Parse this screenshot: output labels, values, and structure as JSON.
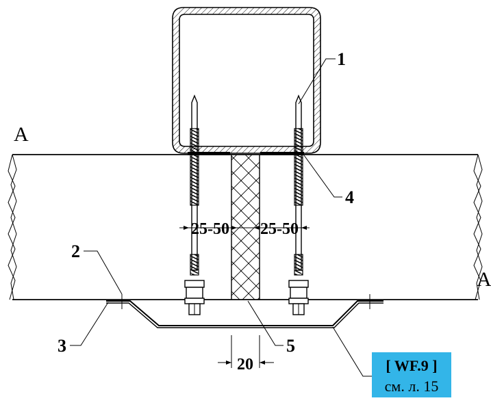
{
  "section_marks": {
    "left": "A",
    "right": "A"
  },
  "callouts": [
    {
      "id": "1",
      "text": "1"
    },
    {
      "id": "2",
      "text": "2"
    },
    {
      "id": "3",
      "text": "3"
    },
    {
      "id": "4",
      "text": "4"
    },
    {
      "id": "5",
      "text": "5"
    }
  ],
  "dimensions": {
    "left_gap": "25-50",
    "right_gap": "25-50",
    "joint_gap": "20"
  },
  "reference_box": {
    "line1": "[ WF.9 ]",
    "line2": "см. л. 15",
    "background": "#33b5e8"
  }
}
